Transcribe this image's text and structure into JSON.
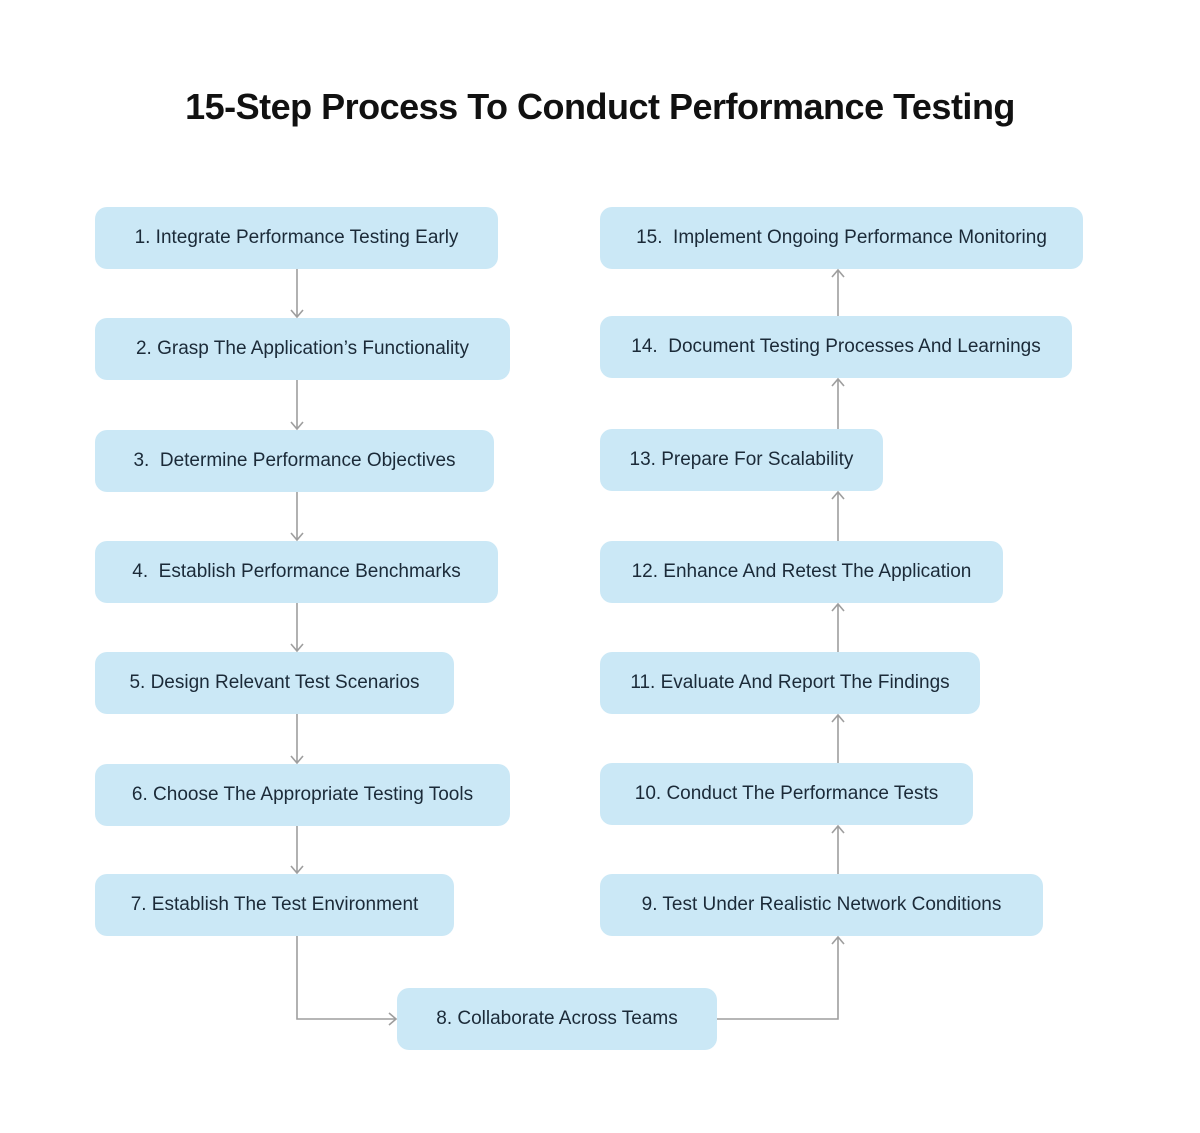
{
  "title": "15-Step Process To Conduct Performance Testing",
  "steps": [
    {
      "id": 1,
      "label": "1. Integrate Performance Testing Early"
    },
    {
      "id": 2,
      "label": "2. Grasp The Application’s Functionality"
    },
    {
      "id": 3,
      "label": "3.  Determine Performance Objectives"
    },
    {
      "id": 4,
      "label": "4.  Establish Performance Benchmarks"
    },
    {
      "id": 5,
      "label": "5. Design Relevant Test Scenarios"
    },
    {
      "id": 6,
      "label": "6. Choose The Appropriate Testing Tools"
    },
    {
      "id": 7,
      "label": "7. Establish The Test Environment"
    },
    {
      "id": 8,
      "label": "8. Collaborate Across Teams"
    },
    {
      "id": 9,
      "label": "9. Test Under Realistic Network Conditions"
    },
    {
      "id": 10,
      "label": "10. Conduct The Performance Tests"
    },
    {
      "id": 11,
      "label": "11. Evaluate And Report The Findings"
    },
    {
      "id": 12,
      "label": "12. Enhance And Retest The Application"
    },
    {
      "id": 13,
      "label": "13. Prepare For Scalability"
    },
    {
      "id": 14,
      "label": "14.  Document Testing Processes And Learnings"
    },
    {
      "id": 15,
      "label": "15.  Implement Ongoing Performance Monitoring"
    }
  ],
  "colors": {
    "box_fill": "#cbe8f6",
    "box_text": "#1b2a38",
    "arrow": "#9e9e9e",
    "title": "#111111",
    "background": "#ffffff"
  }
}
